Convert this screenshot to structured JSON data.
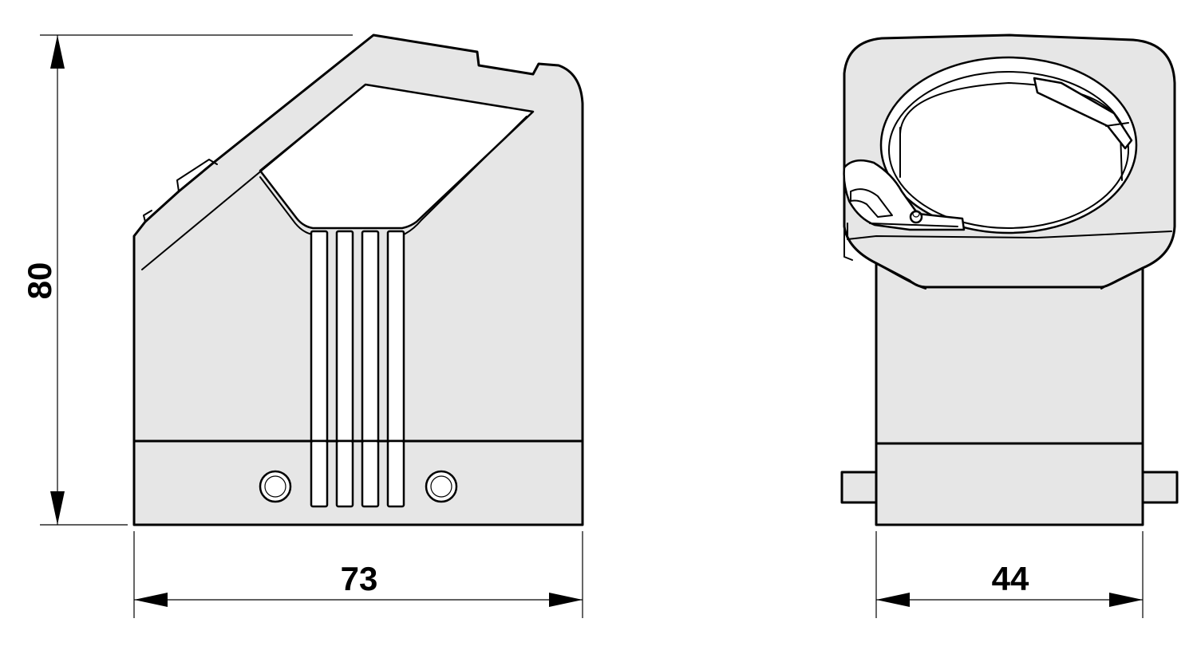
{
  "dimensions": {
    "height": "80",
    "width_side": "73",
    "width_front": "44"
  },
  "colors": {
    "line": "#000000",
    "body_fill": "#e6e6e6",
    "background": "#ffffff"
  }
}
